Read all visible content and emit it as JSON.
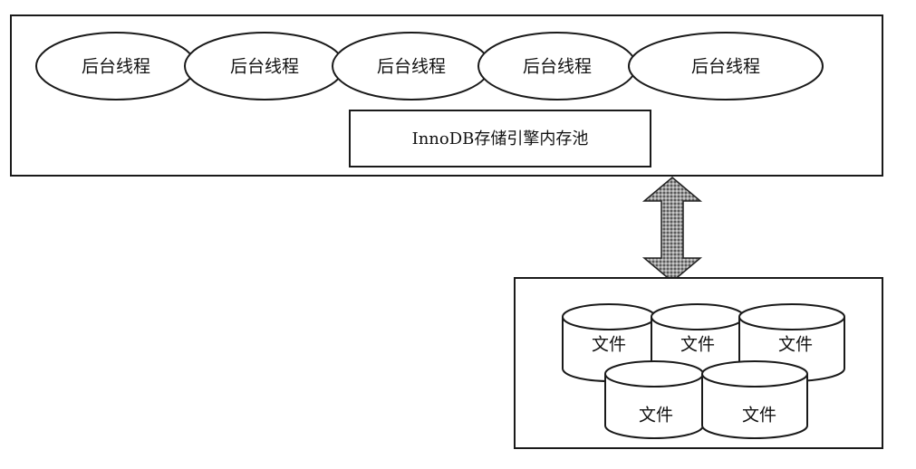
{
  "threads": [
    {
      "label": "后台线程"
    },
    {
      "label": "后台线程"
    },
    {
      "label": "后台线程"
    },
    {
      "label": "后台线程"
    },
    {
      "label": "后台线程"
    }
  ],
  "memory_pool": {
    "label": "InnoDB存储引擎内存池"
  },
  "files": [
    {
      "label": "文件"
    },
    {
      "label": "文件"
    },
    {
      "label": "文件"
    },
    {
      "label": "文件"
    },
    {
      "label": "文件"
    }
  ]
}
